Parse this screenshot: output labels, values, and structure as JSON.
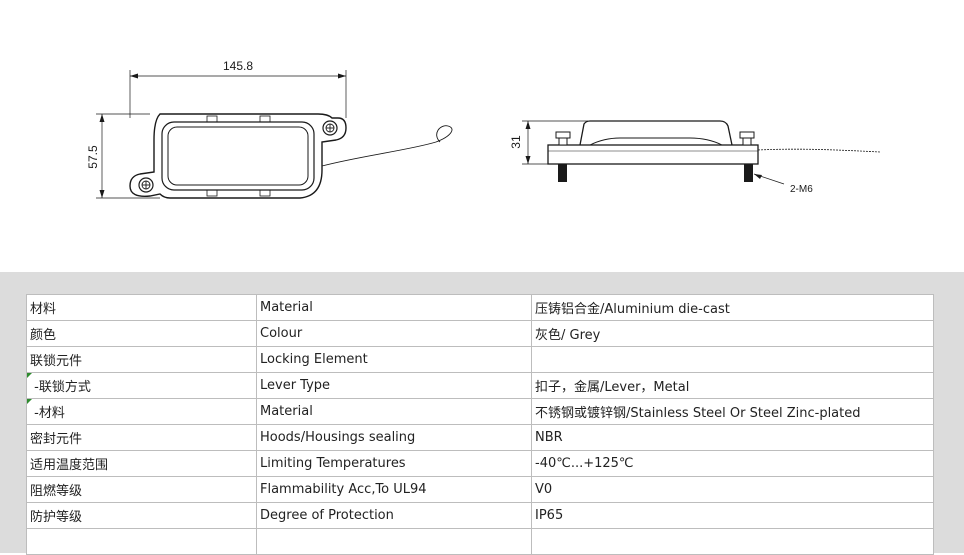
{
  "drawing": {
    "width_dim": "145.8",
    "height_dim": "57.5",
    "side_height_dim": "31",
    "screw_callout": "2-M6"
  },
  "spec_table": {
    "rows": [
      {
        "cn": "材料",
        "en": "Material",
        "value": "压铸铝合金/Aluminium die-cast",
        "marked": false
      },
      {
        "cn": "颜色",
        "en": "Colour",
        "value": "灰色/ Grey",
        "marked": false
      },
      {
        "cn": "联锁元件",
        "en": "Locking Element",
        "value": "",
        "marked": false
      },
      {
        "cn": " -联锁方式",
        "en": "Lever Type",
        "value": "扣子，金属/Lever，Metal",
        "marked": true
      },
      {
        "cn": " -材料",
        "en": "Material",
        "value": "不锈钢或镀锌钢/Stainless Steel Or Steel Zinc-plated",
        "marked": true
      },
      {
        "cn": "密封元件",
        "en": "Hoods/Housings sealing",
        "value": "NBR",
        "marked": false
      },
      {
        "cn": "适用温度范围",
        "en": "Limiting Temperatures",
        "value": "-40℃...+125℃",
        "marked": false
      },
      {
        "cn": "阻燃等级",
        "en": "Flammability Acc,To UL94",
        "value": "V0",
        "marked": false
      },
      {
        "cn": "防护等级",
        "en": "Degree of Protection",
        "value": "IP65",
        "marked": false
      }
    ]
  },
  "colors": {
    "table_background": "#dcdcdc",
    "marker_color": "#2e8b2e",
    "line_color": "#1a1a1a"
  }
}
